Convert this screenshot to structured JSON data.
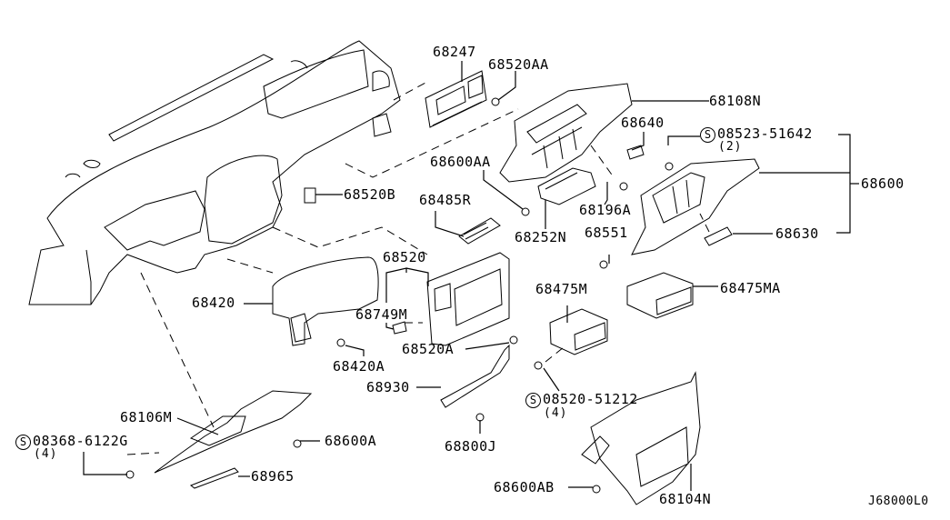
{
  "diagram": {
    "title": "Instrument Panel Trim Parts Diagram",
    "reference_code": "J68000L0",
    "parts": [
      {
        "id": "p68247",
        "number": "68247"
      },
      {
        "id": "p68520AA",
        "number": "68520AA"
      },
      {
        "id": "p68108N",
        "number": "68108N"
      },
      {
        "id": "p68640",
        "number": "68640"
      },
      {
        "id": "p08523",
        "number": "08523-51642",
        "standard_part": true,
        "quantity": "(2)"
      },
      {
        "id": "p68600AA",
        "number": "68600AA"
      },
      {
        "id": "p68600",
        "number": "68600"
      },
      {
        "id": "p68520B",
        "number": "68520B"
      },
      {
        "id": "p68485R",
        "number": "68485R"
      },
      {
        "id": "p68196A",
        "number": "68196A"
      },
      {
        "id": "p68252N",
        "number": "68252N"
      },
      {
        "id": "p68551",
        "number": "68551"
      },
      {
        "id": "p68630",
        "number": "68630"
      },
      {
        "id": "p68520",
        "number": "68520"
      },
      {
        "id": "p68420",
        "number": "68420"
      },
      {
        "id": "p68749M",
        "number": "68749M"
      },
      {
        "id": "p68475M",
        "number": "68475M"
      },
      {
        "id": "p68475MA",
        "number": "68475MA"
      },
      {
        "id": "p68420A",
        "number": "68420A"
      },
      {
        "id": "p68520A",
        "number": "68520A"
      },
      {
        "id": "p68930",
        "number": "68930"
      },
      {
        "id": "p08520",
        "number": "08520-51212",
        "standard_part": true,
        "quantity": "(4)"
      },
      {
        "id": "p68106M",
        "number": "68106M"
      },
      {
        "id": "p08368",
        "number": "08368-6122G",
        "standard_part": true,
        "quantity": "(4)"
      },
      {
        "id": "p68600A",
        "number": "68600A"
      },
      {
        "id": "p68800J",
        "number": "68800J"
      },
      {
        "id": "p68965",
        "number": "68965"
      },
      {
        "id": "p68600AB",
        "number": "68600AB"
      },
      {
        "id": "p68104N",
        "number": "68104N"
      }
    ],
    "standard_part_symbol": "S"
  }
}
